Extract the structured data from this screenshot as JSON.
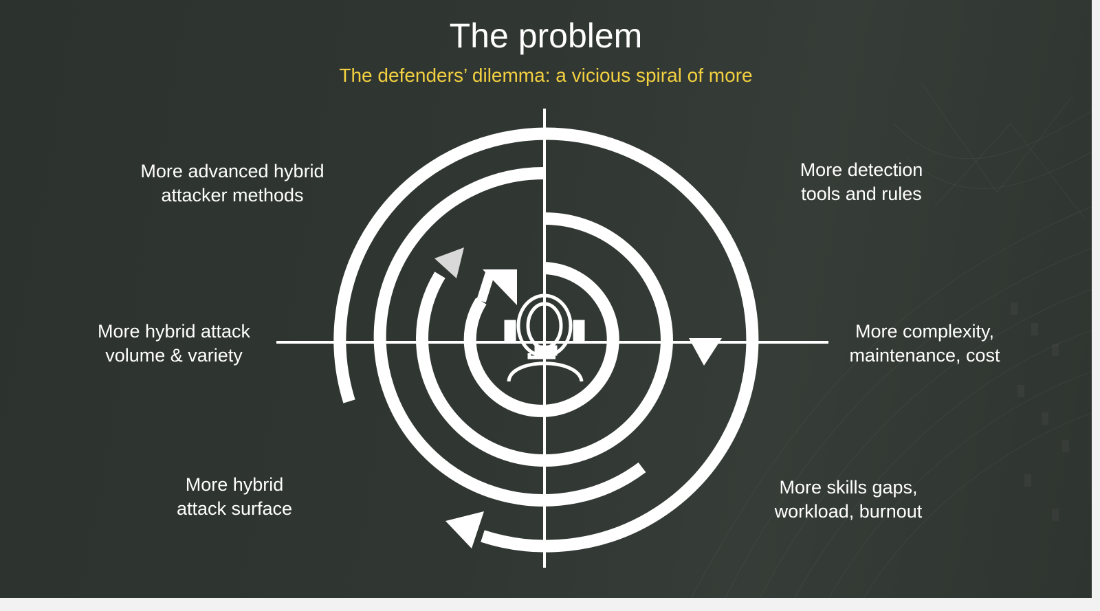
{
  "slide": {
    "title": "The problem",
    "subtitle": "The defenders’ dilemma: a vicious spiral of more"
  },
  "labels": {
    "top_left": [
      "More advanced hybrid",
      "attacker methods"
    ],
    "top_right": [
      "More detection",
      "tools and rules"
    ],
    "mid_left": [
      "More hybrid attack",
      "volume & variety"
    ],
    "mid_right": [
      "More complexity,",
      "maintenance, cost"
    ],
    "bottom_left": [
      "More hybrid",
      "attack surface"
    ],
    "bottom_right": [
      "More skills gaps,",
      "workload, burnout"
    ]
  },
  "icons": {
    "center": "analyst-headset-icon"
  },
  "colors": {
    "background": "#30362f",
    "title": "#ffffff",
    "subtitle": "#f2d040",
    "spiral": "#ffffff",
    "arrow_accent": "#d9d9d9"
  }
}
